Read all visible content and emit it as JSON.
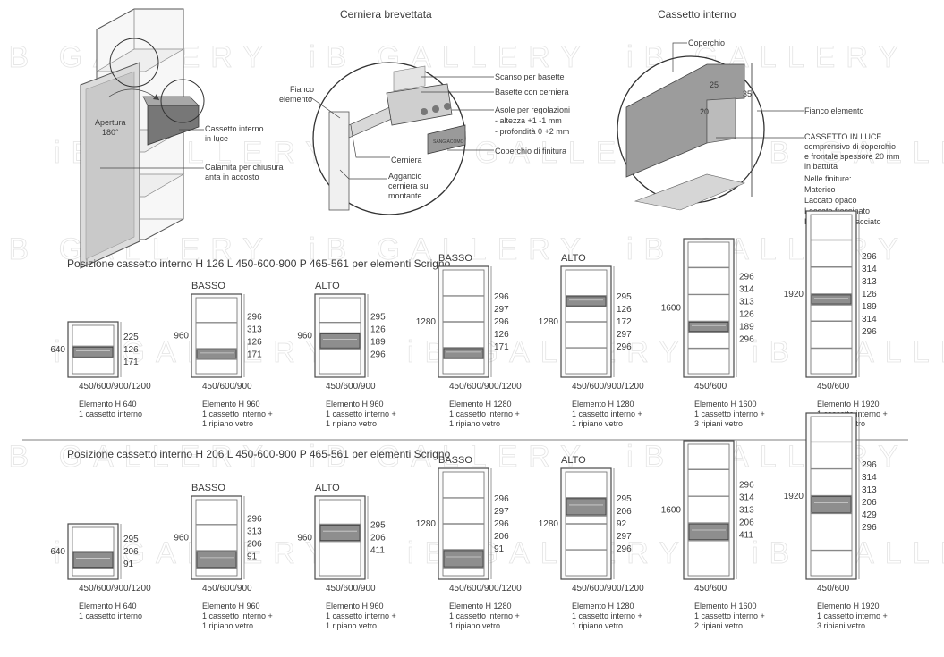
{
  "watermark": "iB GALLERY",
  "hinge_section": {
    "title": "Cerniera brevettata",
    "labels": {
      "fianco": [
        "Fianco",
        "elemento"
      ],
      "scanso": "Scanso per basette",
      "basette": "Basette con cerniera",
      "asole": [
        "Asole per regolazioni",
        "- altezza +1 -1 mm",
        "- profondità 0 +2 mm"
      ],
      "coperchio_finitura": "Coperchio di finitura",
      "cerniera": "Cerniera",
      "aggancio": [
        "Aggancio",
        "cerniera su",
        "montante"
      ]
    }
  },
  "overview": {
    "apertura": [
      "Apertura",
      "180°"
    ],
    "cassetto": [
      "Cassetto interno",
      "in luce"
    ],
    "calamita": [
      "Calamita per chiusura",
      "anta in accosto"
    ]
  },
  "drawer_section": {
    "title": "Cassetto interno",
    "coperchio": "Coperchio",
    "fianco": "Fianco elemento",
    "dims": [
      "25",
      "35",
      "20"
    ],
    "notes": [
      "CASSETTO IN LUCE",
      "comprensivo di coperchio",
      "e frontale spessore 20 mm",
      "in battuta",
      "Nelle finiture:",
      "Materico",
      "Laccato opaco",
      "Laccato frassinato",
      "Rovere impiallacciato"
    ]
  },
  "sections": [
    {
      "title": "Posizione cassetto interno H 126 L 450-600-900 P 465-561 per elementi Scrigno",
      "units": [
        {
          "tag": "",
          "height": "640",
          "width": "450/600/900/1200",
          "dims": [
            "225",
            "126",
            "171"
          ],
          "caption": [
            "Elemento H 640",
            "1 cassetto interno"
          ]
        },
        {
          "tag": "BASSO",
          "height": "960",
          "width": "450/600/900",
          "dims": [
            "296",
            "313",
            "126",
            "171"
          ],
          "caption": [
            "Elemento H 960",
            "1 cassetto interno +",
            "1 ripiano vetro"
          ]
        },
        {
          "tag": "ALTO",
          "height": "960",
          "width": "450/600/900",
          "dims": [
            "295",
            "126",
            "189",
            "296"
          ],
          "caption": [
            "Elemento H 960",
            "1 cassetto interno +",
            "1 ripiano vetro"
          ]
        },
        {
          "tag": "BASSO",
          "height": "1280",
          "width": "450/600/900/1200",
          "dims": [
            "296",
            "297",
            "296",
            "126",
            "171"
          ],
          "caption": [
            "Elemento H 1280",
            "1 cassetto interno +",
            "1 ripiano vetro"
          ]
        },
        {
          "tag": "ALTO",
          "height": "1280",
          "width": "450/600/900/1200",
          "dims": [
            "295",
            "126",
            "172",
            "297",
            "296"
          ],
          "caption": [
            "Elemento H 1280",
            "1 cassetto interno +",
            "1 ripiano vetro"
          ]
        },
        {
          "tag": "",
          "height": "1600",
          "width": "450/600",
          "dims": [
            "296",
            "314",
            "313",
            "126",
            "189",
            "296"
          ],
          "caption": [
            "Elemento H 1600",
            "1 cassetto interno +",
            "3 ripiani vetro"
          ]
        },
        {
          "tag": "",
          "height": "1920",
          "width": "450/600",
          "dims": [
            "296",
            "314",
            "313",
            "126",
            "189",
            "314",
            "296"
          ],
          "caption": [
            "Elemento H 1920",
            "1 cassetto interno +",
            "4 ripiani vetro"
          ]
        }
      ]
    },
    {
      "title": "Posizione cassetto interno H 206 L 450-600-900 P 465-561 per elementi Scrigno",
      "units": [
        {
          "tag": "",
          "height": "640",
          "width": "450/600/900/1200",
          "dims": [
            "295",
            "206",
            "91"
          ],
          "caption": [
            "Elemento H 640",
            "1 cassetto interno"
          ]
        },
        {
          "tag": "BASSO",
          "height": "960",
          "width": "450/600/900",
          "dims": [
            "296",
            "313",
            "206",
            "91"
          ],
          "caption": [
            "Elemento H 960",
            "1 cassetto interno +",
            "1 ripiano vetro"
          ]
        },
        {
          "tag": "ALTO",
          "height": "960",
          "width": "450/600/900",
          "dims": [
            "295",
            "206",
            "411"
          ],
          "caption": [
            "Elemento H 960",
            "1 cassetto interno +",
            "1 ripiano vetro"
          ]
        },
        {
          "tag": "BASSO",
          "height": "1280",
          "width": "450/600/900/1200",
          "dims": [
            "296",
            "297",
            "296",
            "206",
            "91"
          ],
          "caption": [
            "Elemento H 1280",
            "1 cassetto interno +",
            "1 ripiano vetro"
          ]
        },
        {
          "tag": "ALTO",
          "height": "1280",
          "width": "450/600/900/1200",
          "dims": [
            "295",
            "206",
            "92",
            "297",
            "296"
          ],
          "caption": [
            "Elemento H 1280",
            "1 cassetto interno +",
            "1 ripiano vetro"
          ]
        },
        {
          "tag": "",
          "height": "1600",
          "width": "450/600",
          "dims": [
            "296",
            "314",
            "313",
            "206",
            "411"
          ],
          "caption": [
            "Elemento H 1600",
            "1 cassetto interno +",
            "2 ripiani vetro"
          ]
        },
        {
          "tag": "",
          "height": "1920",
          "width": "450/600",
          "dims": [
            "296",
            "314",
            "313",
            "206",
            "429",
            "296"
          ],
          "caption": [
            "Elemento H 1920",
            "1 cassetto interno +",
            "3 ripiani vetro"
          ]
        }
      ]
    }
  ]
}
